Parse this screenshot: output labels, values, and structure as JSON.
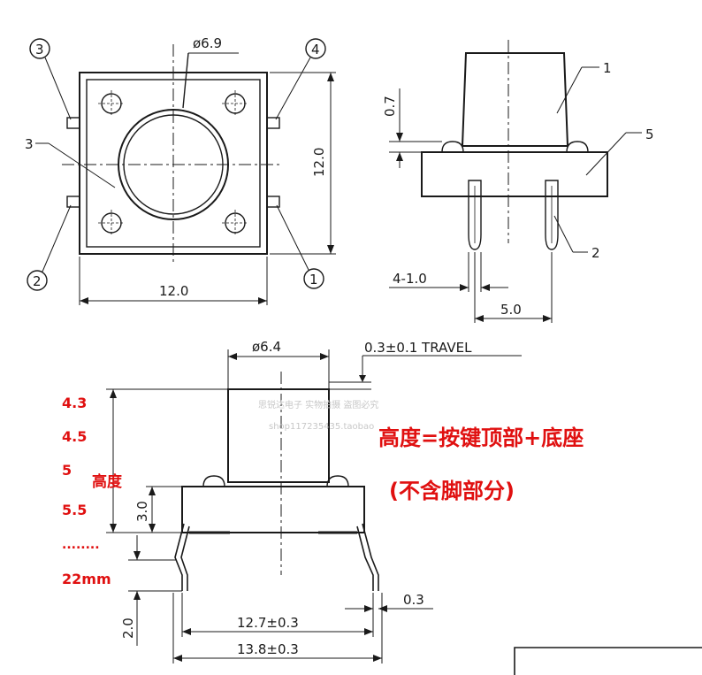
{
  "top_view": {
    "diameter_label": "ø6.9",
    "width_label": "12.0",
    "height_label": "12.0",
    "pin_labels": [
      "1",
      "2",
      "3",
      "4"
    ],
    "callout_3": "3"
  },
  "side_view": {
    "dim_top": "0.7",
    "callout_1": "1",
    "callout_2": "2",
    "callout_5": "5",
    "dim_pin_width": "4-1.0",
    "dim_pin_spacing": "5.0"
  },
  "front_view": {
    "diameter_label": "ø6.4",
    "travel_label": "0.3±0.1 TRAVEL",
    "base_height": "3.0",
    "leg_height": "2.0",
    "inner_width": "12.7±0.3",
    "outer_width": "13.8±0.3",
    "lead_thickness": "0.3"
  },
  "annotations": {
    "heights": [
      "4.3",
      "4.5",
      "5",
      "5.5",
      "........",
      "22mm"
    ],
    "height_word": "高度",
    "formula": "高度=按键顶部+底座",
    "note": "(不含脚部分)",
    "watermark_1": "思锐达电子 实物拍摄 盗图必究",
    "watermark_2": "shop117235435.taobao"
  }
}
